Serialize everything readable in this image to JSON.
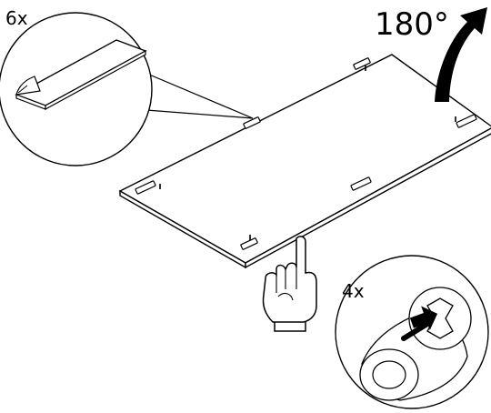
{
  "callouts": {
    "pads_count": "6x",
    "feet_count": "4x"
  },
  "rotation_label": "180°",
  "colors": {
    "ink": "#000000",
    "paper": "#ffffff",
    "shadow": "#c8c8c8"
  }
}
